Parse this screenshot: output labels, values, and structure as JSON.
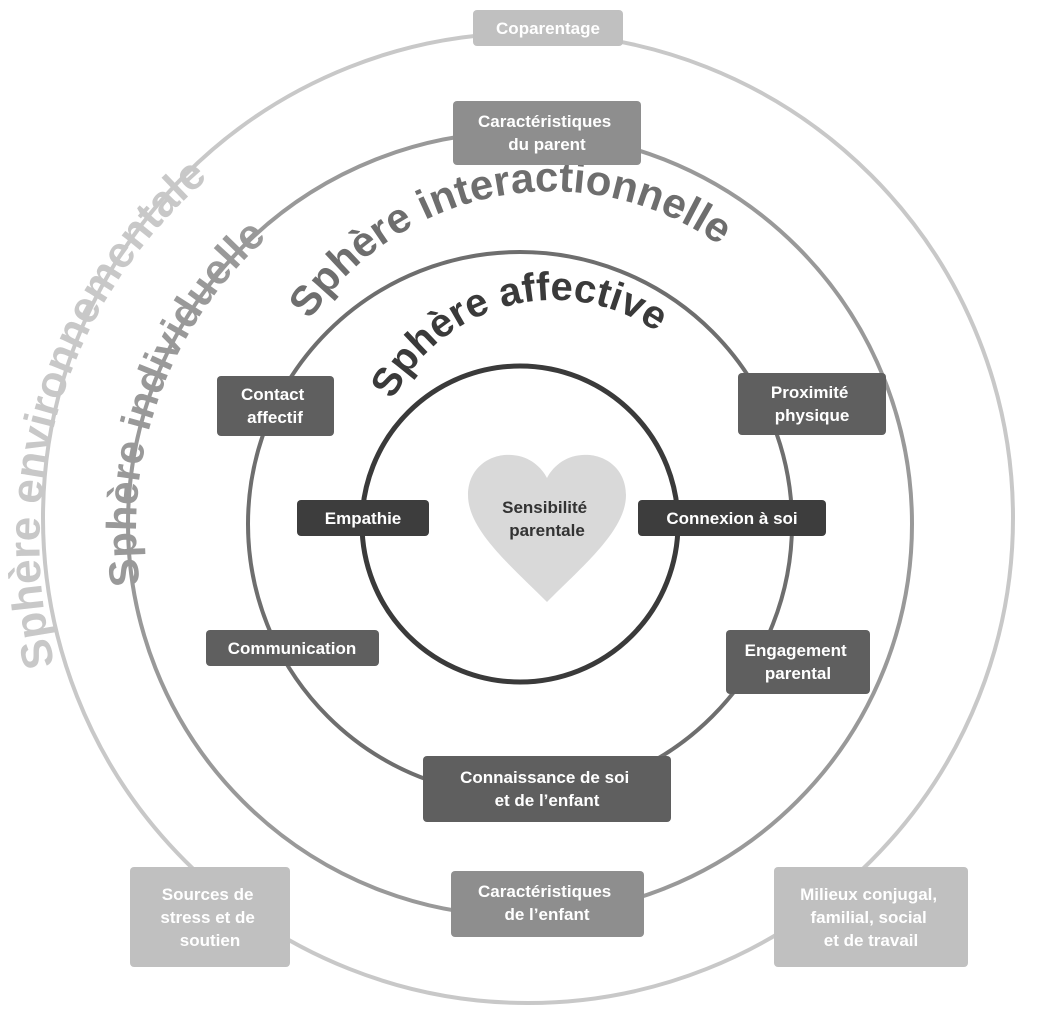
{
  "center": {
    "label_lines": [
      "Sensibilité",
      "parentale"
    ],
    "heart_color": "#d9d9d9"
  },
  "spheres": {
    "environnementale": {
      "label": "Sphère environnementale",
      "color": "#c8c8c8"
    },
    "individuelle": {
      "label": "Sphère individuelle",
      "color": "#999999"
    },
    "interactionnelle": {
      "label": "Sphère interactionnelle",
      "color": "#6e6e6e"
    },
    "affective": {
      "label": "Sphère affective",
      "color": "#3a3a3a"
    }
  },
  "boxes": {
    "coparentage": [
      "Coparentage"
    ],
    "caracteristiques_parent": [
      "Caractéristiques",
      "du parent"
    ],
    "contact_affectif": [
      "Contact",
      "affectif"
    ],
    "proximite_physique": [
      "Proximité",
      "physique"
    ],
    "empathie": [
      "Empathie"
    ],
    "connexion_soi": [
      "Connexion à soi"
    ],
    "communication": [
      "Communication"
    ],
    "engagement_parental": [
      "Engagement",
      "parental"
    ],
    "connaissance": [
      "Connaissance de soi",
      "et de l’enfant"
    ],
    "caracteristiques_enfant": [
      "Caractéristiques",
      "de l’enfant"
    ],
    "sources_stress": [
      "Sources de",
      "stress et de",
      "soutien"
    ],
    "milieux": [
      "Milieux conjugal,",
      "familial, social",
      "et de travail"
    ]
  },
  "colors": {
    "box_light": "#c0c0c0",
    "box_mid": "#8e8e8e",
    "box_dark": "#5f5f5f",
    "box_darkest": "#3d3d3d"
  }
}
